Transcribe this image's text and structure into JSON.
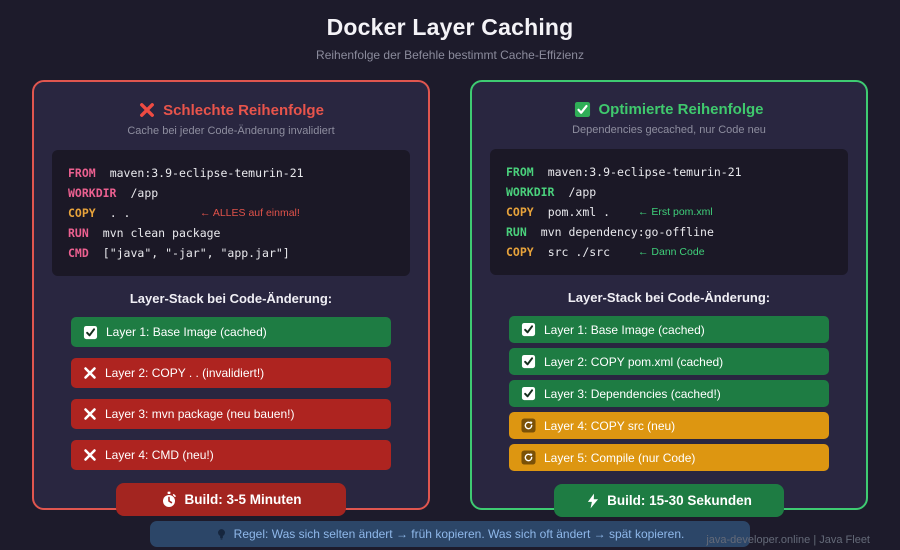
{
  "header": {
    "title": "Docker Layer Caching",
    "subtitle": "Reihenfolge der Befehle bestimmt Cache-Effizienz"
  },
  "panels": [
    {
      "title": "Schlechte Reihenfolge",
      "subtitle": "Cache bei jeder Code-Änderung invalidiert",
      "title_icon": "x-icon",
      "code": [
        {
          "keyword": "FROM",
          "text": "maven:3.9-eclipse-temurin-21"
        },
        {
          "keyword": "WORKDIR",
          "text": "/app"
        },
        {
          "keyword": "COPY",
          "text": ". .",
          "comment": "← ALLES auf einmal!"
        },
        {
          "keyword": "RUN",
          "text": "mvn clean package"
        },
        {
          "keyword": "CMD",
          "text": "[\"java\", \"-jar\", \"app.jar\"]"
        }
      ],
      "stack_heading": "Layer-Stack bei Code-Änderung:",
      "layers": [
        {
          "state": "cached",
          "icon": "checkbox-checked-icon",
          "label": "Layer 1: Base Image (cached)"
        },
        {
          "state": "invalid",
          "icon": "x-icon",
          "label": "Layer 2: COPY . . (invalidiert!)"
        },
        {
          "state": "invalid",
          "icon": "x-icon",
          "label": "Layer 3: mvn package (neu bauen!)"
        },
        {
          "state": "invalid",
          "icon": "x-icon",
          "label": "Layer 4: CMD (neu!)"
        }
      ],
      "build": {
        "icon": "stopwatch-icon",
        "label": "Build: 3-5 Minuten"
      }
    },
    {
      "title": "Optimierte Reihenfolge",
      "subtitle": "Dependencies gecached, nur Code neu",
      "title_icon": "checkbox-checked-icon",
      "code": [
        {
          "keyword": "FROM",
          "text": "maven:3.9-eclipse-temurin-21"
        },
        {
          "keyword": "WORKDIR",
          "text": "/app"
        },
        {
          "keyword": "COPY",
          "text": "pom.xml .",
          "comment": "← Erst pom.xml"
        },
        {
          "keyword": "RUN",
          "text": "mvn dependency:go-offline"
        },
        {
          "keyword": "COPY",
          "text": "src ./src",
          "comment": "← Dann Code"
        }
      ],
      "stack_heading": "Layer-Stack bei Code-Änderung:",
      "layers": [
        {
          "state": "cached",
          "icon": "checkbox-checked-icon",
          "label": "Layer 1: Base Image (cached)"
        },
        {
          "state": "cached",
          "icon": "checkbox-checked-icon",
          "label": "Layer 2: COPY pom.xml (cached)"
        },
        {
          "state": "cached",
          "icon": "checkbox-checked-icon",
          "label": "Layer 3: Dependencies (cached!)"
        },
        {
          "state": "rebuild",
          "icon": "refresh-icon",
          "label": "Layer 4: COPY src (neu)"
        },
        {
          "state": "rebuild",
          "icon": "refresh-icon",
          "label": "Layer 5: Compile (nur Code)"
        }
      ],
      "build": {
        "icon": "lightning-icon",
        "label": "Build: 15-30 Sekunden"
      }
    }
  ],
  "footer": {
    "rule": "Regel: Was sich selten ändert  →  früh kopieren. Was sich oft ändert  →  spät kopieren.",
    "watermark": "java-developer.online | Java Fleet"
  },
  "colors": {
    "page_bg": "#1d1b2b",
    "panel_bg": "#292640",
    "bad_accent": "#e0564f",
    "good_accent": "#3ecb72",
    "cached_green": "#1e7c43",
    "invalid_red": "#ae2420",
    "rebuild_orange": "#dd9611",
    "bad_build_red": "#a32520",
    "keyword_pink": "#ec6090",
    "keyword_green": "#4ad17c",
    "keyword_orange": "#e8a33b",
    "rule_bg": "#2c4668",
    "rule_text": "#8fb8ea"
  }
}
